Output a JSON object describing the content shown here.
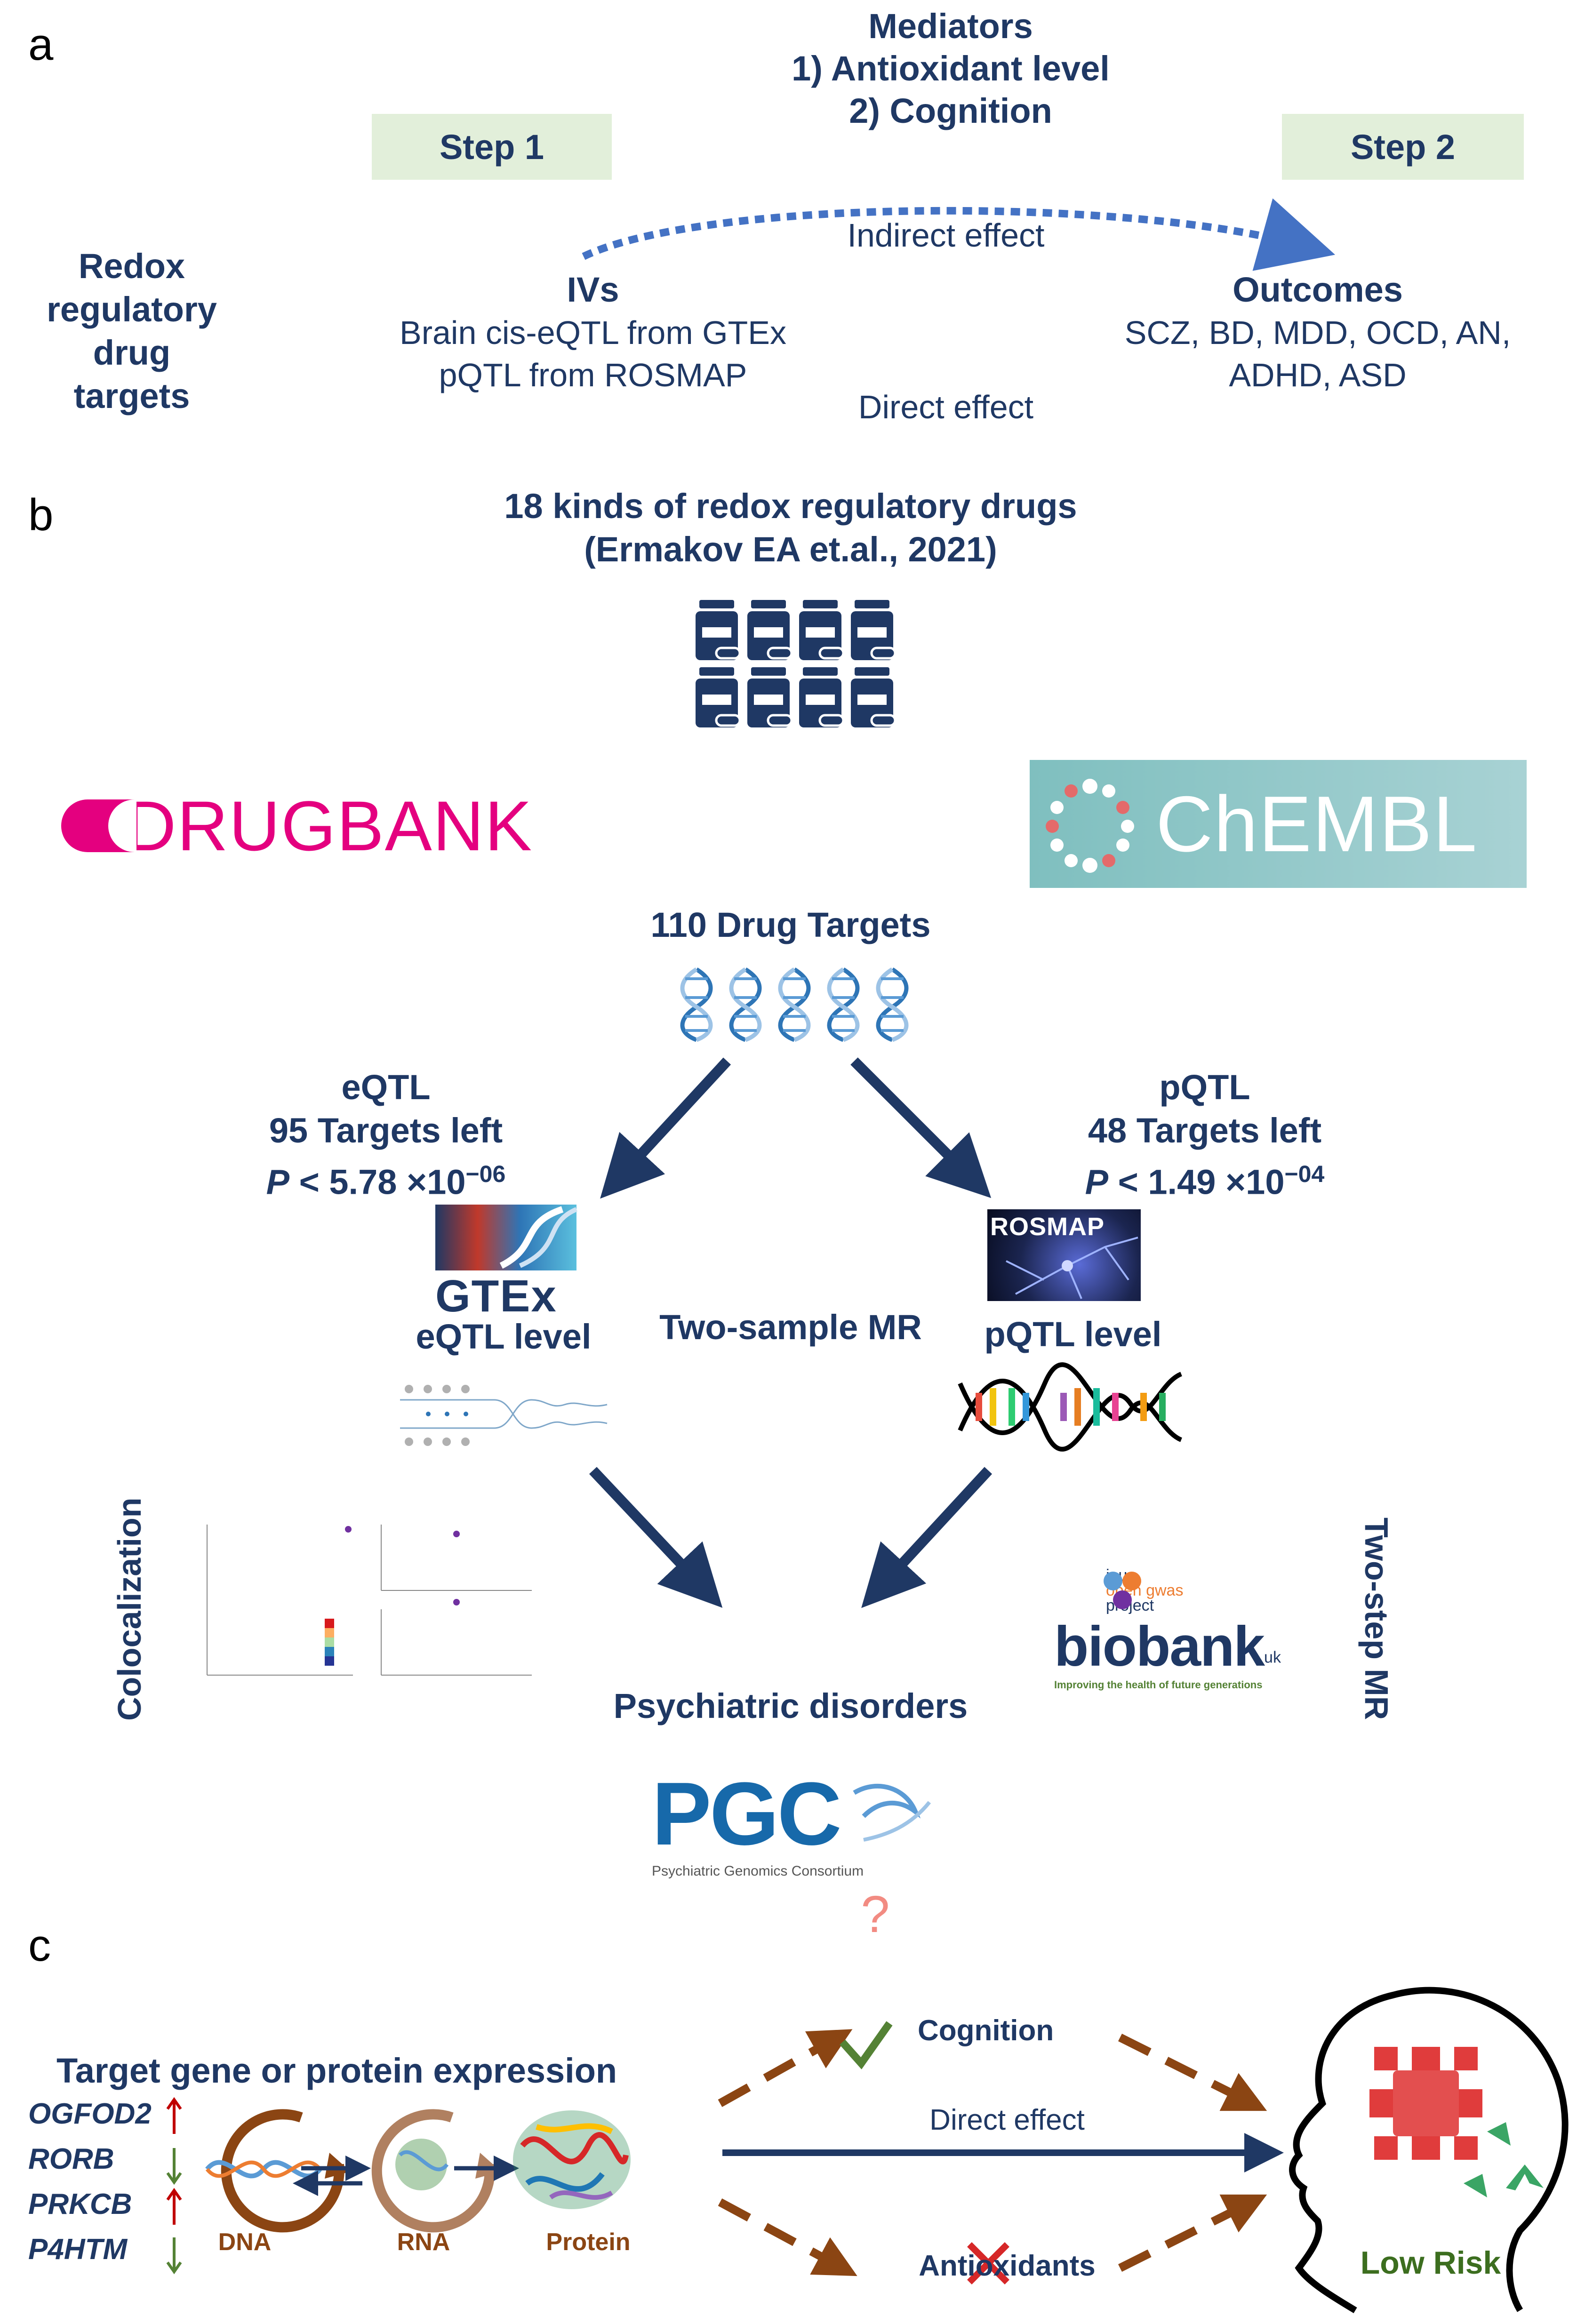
{
  "panels": {
    "a": "a",
    "b": "b",
    "c": "c"
  },
  "a": {
    "mediators_title": "Mediators",
    "mediator_1": "1)  Antioxidant level",
    "mediator_2": "2)  Cognition",
    "step1": "Step 1",
    "step2": "Step 2",
    "left_label": [
      "Redox",
      "regulatory",
      "drug",
      "targets"
    ],
    "indirect_effect": "Indirect effect",
    "direct_effect": "Direct effect",
    "ivs_title": "IVs",
    "ivs_line1": "Brain cis-eQTL from GTEx",
    "ivs_line2": "pQTL from ROSMAP",
    "outcomes_title": "Outcomes",
    "outcomes_line1": "SCZ, BD, MDD, OCD, AN,",
    "outcomes_line2": "ADHD, ASD"
  },
  "b": {
    "title_line1": "18 kinds of redox regulatory drugs",
    "title_line2": "(Ermakov EA et.al., 2021)",
    "drugbank_logo": "DRUGBANK",
    "chembl_logo": "ChEMBL",
    "targets_count": "110 Drug Targets",
    "eqtl_title": "eQTL",
    "eqtl_left": "95 Targets left",
    "eqtl_p_symbol": "P",
    "eqtl_p_value": " < 5.78 ×10",
    "eqtl_p_exp": "−06",
    "pqtl_title": "pQTL",
    "pqtl_left": "48 Targets left",
    "pqtl_p_symbol": "P",
    "pqtl_p_value": " < 1.49 ×10",
    "pqtl_p_exp": "−04",
    "gtex_logo": "GTEx",
    "rosmap_logo": "ROSMAP",
    "eqtl_level": "eQTL level",
    "pqtl_level": "pQTL level",
    "two_sample_mr": "Two-sample MR",
    "colocalization": "Colocalization",
    "two_step_mr": "Two-step MR",
    "psychiatric": "Psychiatric disorders",
    "pgc_logo": "PGC",
    "pgc_sub": "Psychiatric Genomics Consortium",
    "ieu_logo": [
      "ieu",
      "open gwas",
      "project"
    ],
    "biobank_logo": "biobank",
    "biobank_uk": "uk",
    "biobank_tagline": "Improving the health of future generations"
  },
  "c": {
    "question": "?",
    "title": "Target gene or protein expression",
    "genes": [
      {
        "name": "OGFOD2",
        "dir": "up"
      },
      {
        "name": "RORB",
        "dir": "down"
      },
      {
        "name": "PRKCB",
        "dir": "up"
      },
      {
        "name": "P4HTM",
        "dir": "down"
      }
    ],
    "dna": "DNA",
    "rna": "RNA",
    "protein": "Protein",
    "cognition": "Cognition",
    "direct_effect": "Direct effect",
    "antioxidants": "Antioxidants",
    "low_risk": "Low Risk"
  },
  "colors": {
    "navy": "#1f3864",
    "step_bg": "#e2efda",
    "dash_blue": "#4472c4",
    "brown": "#8b4513",
    "up_red": "#c00000",
    "down_green": "#548235",
    "drugbank_pink": "#e4007f",
    "chembl_teal": "#7fbfbf",
    "pgc_blue": "#1769aa",
    "head_red": "#e03c3c",
    "head_green": "#3aa565"
  }
}
